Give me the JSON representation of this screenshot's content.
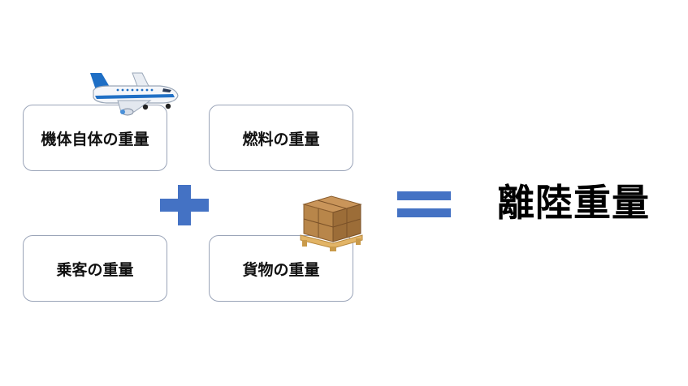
{
  "diagram": {
    "boxes": {
      "airframe": "機体自体の重量",
      "fuel": "燃料の重量",
      "passengers": "乗客の重量",
      "cargo": "貨物の重量"
    },
    "operator_plus": "+",
    "operator_equals": "=",
    "result": "離陸重量"
  },
  "icons": {
    "airplane": "airplane-icon",
    "cargo": "cargo-pallet-icon",
    "plus": "plus-icon",
    "equals": "equals-icon"
  },
  "colors": {
    "operator": "#4472c4",
    "box_border": "#9aa4b8",
    "airplane_stripe": "#1f6fc5",
    "cardboard": "#b8864a",
    "pallet": "#e2b466"
  }
}
